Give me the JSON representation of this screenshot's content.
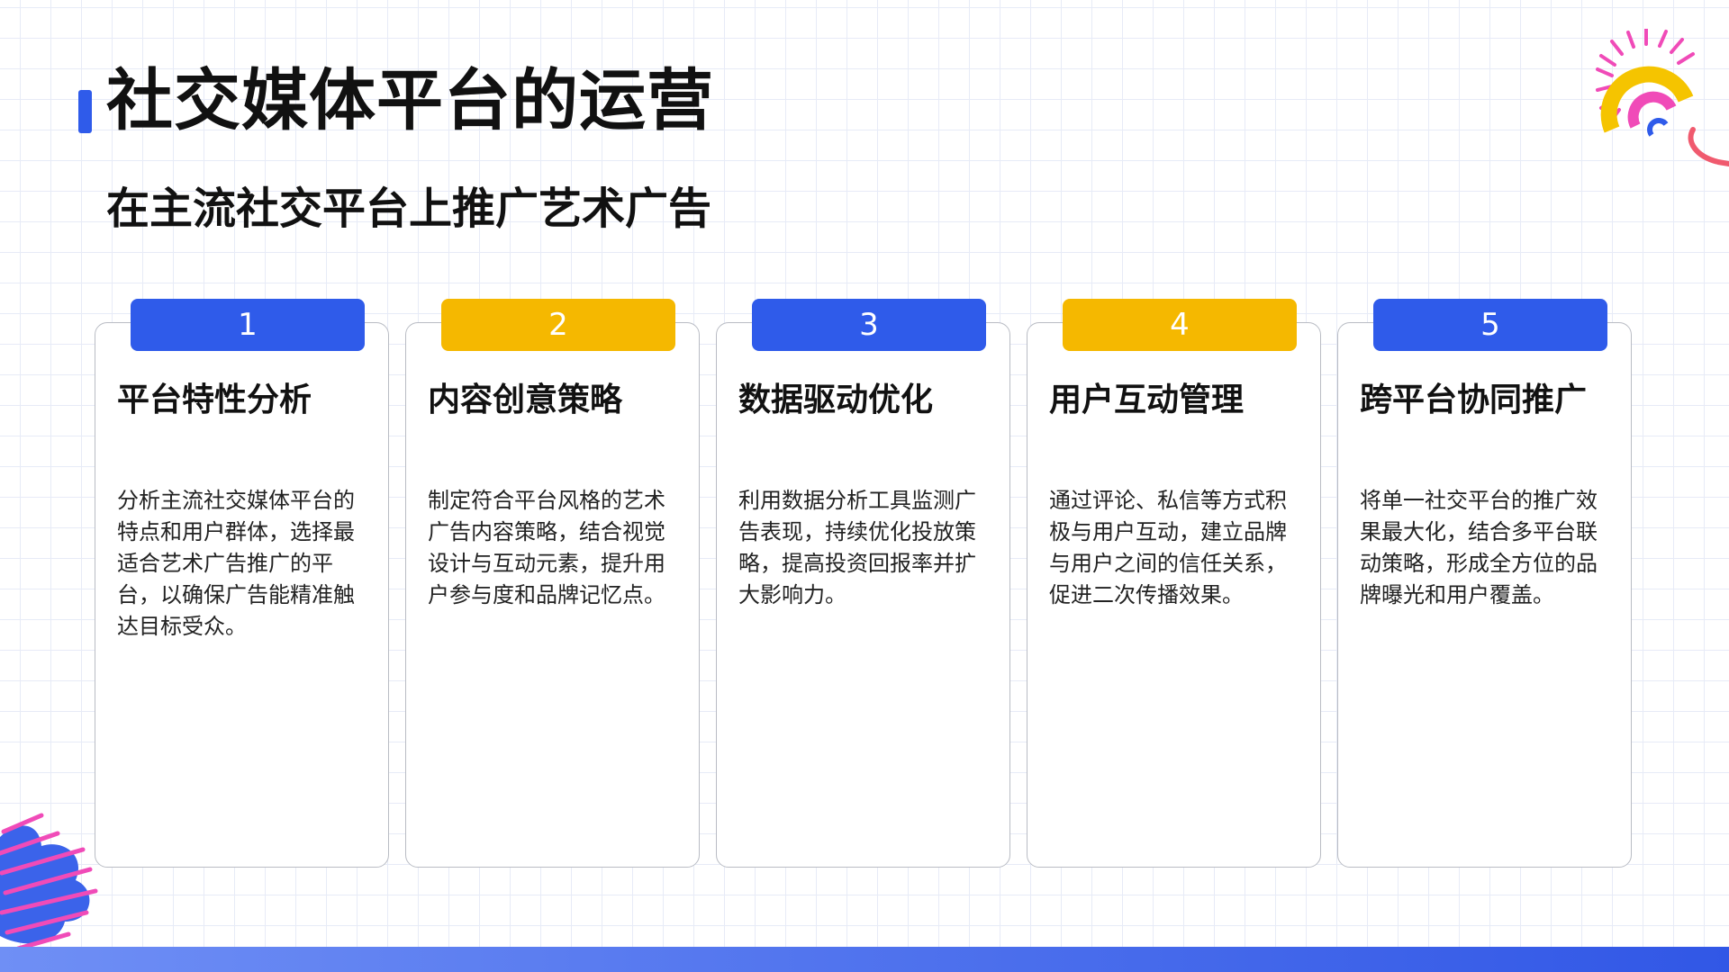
{
  "slide": {
    "title": "社交媒体平台的运营",
    "subtitle": "在主流社交平台上推广艺术广告"
  },
  "colors": {
    "accent_blue": "#2f5bea",
    "accent_yellow": "#f5b800",
    "text": "#111111"
  },
  "cards": [
    {
      "number": "1",
      "tab_color": "blue",
      "title": "平台特性分析",
      "body": "分析主流社交媒体平台的特点和用户群体，选择最适合艺术广告推广的平台，以确保广告能精准触达目标受众。"
    },
    {
      "number": "2",
      "tab_color": "yellow",
      "title": "内容创意策略",
      "body": "制定符合平台风格的艺术广告内容策略，结合视觉设计与互动元素，提升用户参与度和品牌记忆点。"
    },
    {
      "number": "3",
      "tab_color": "blue",
      "title": "数据驱动优化",
      "body": "利用数据分析工具监测广告表现，持续优化投放策略，提高投资回报率并扩大影响力。"
    },
    {
      "number": "4",
      "tab_color": "yellow",
      "title": "用户互动管理",
      "body": "通过评论、私信等方式积极与用户互动，建立品牌与用户之间的信任关系，促进二次传播效果。"
    },
    {
      "number": "5",
      "tab_color": "blue",
      "title": "跨平台协同推广",
      "body": "将单一社交平台的推广效果最大化，结合多平台联动策略，形成全方位的品牌曝光和用户覆盖。"
    }
  ]
}
